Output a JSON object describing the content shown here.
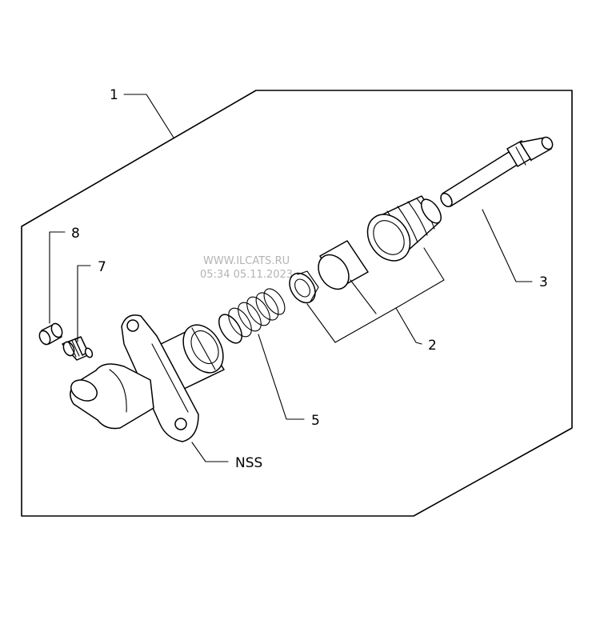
{
  "diagram": {
    "callouts": {
      "c1": "1",
      "c2": "2",
      "c3": "3",
      "c5": "5",
      "c7": "7",
      "c8": "8",
      "nss": "NSS"
    },
    "watermark": {
      "line1": "WWW.ILCATS.RU",
      "line2": "05:34 05.11.2023"
    }
  }
}
